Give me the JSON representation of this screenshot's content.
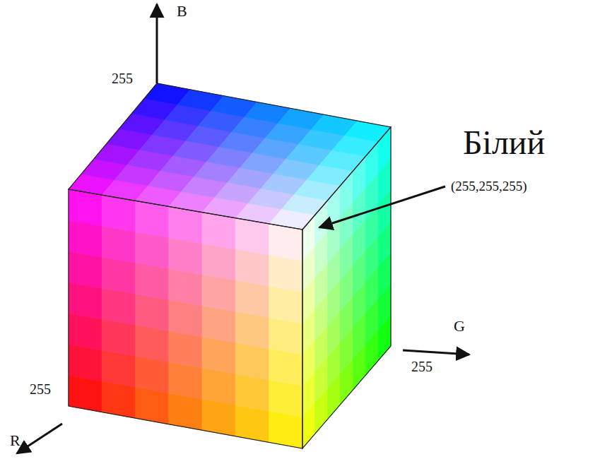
{
  "diagram": {
    "labels": [
      "B",
      "255",
      "Білий",
      "(255,255,255)",
      "G",
      "255",
      "255",
      "R"
    ]
  }
}
